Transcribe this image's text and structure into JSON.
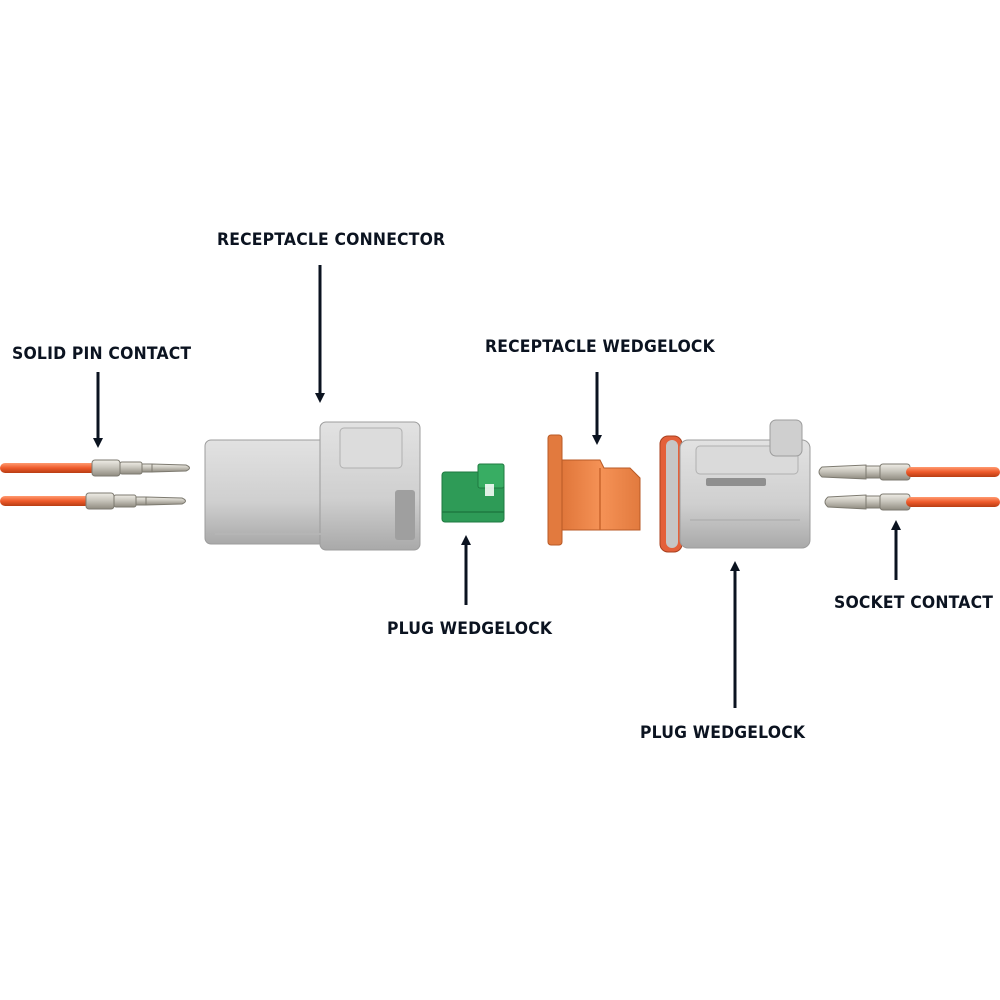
{
  "labels": {
    "receptacle_connector": "RECEPTACLE CONNECTOR",
    "solid_pin_contact": "SOLID PIN CONTACT",
    "receptacle_wedgelock": "RECEPTACLE WEDGELOCK",
    "plug_wedgelock_left": "PLUG WEDGELOCK",
    "socket_contact": "SOCKET CONTACT",
    "plug_wedgelock_right": "PLUG WEDGELOCK"
  },
  "colors": {
    "wire": "#ee5a2a",
    "wire_highlight": "#ff8a5e",
    "housing": "#cfcfcf",
    "housing_dark": "#a8a8a8",
    "green_wedge": "#2e9b57",
    "orange_wedge": "#f08a4b",
    "seal": "#e4603a",
    "metal": "#c9c6bd",
    "arrow": "#0b1320"
  }
}
